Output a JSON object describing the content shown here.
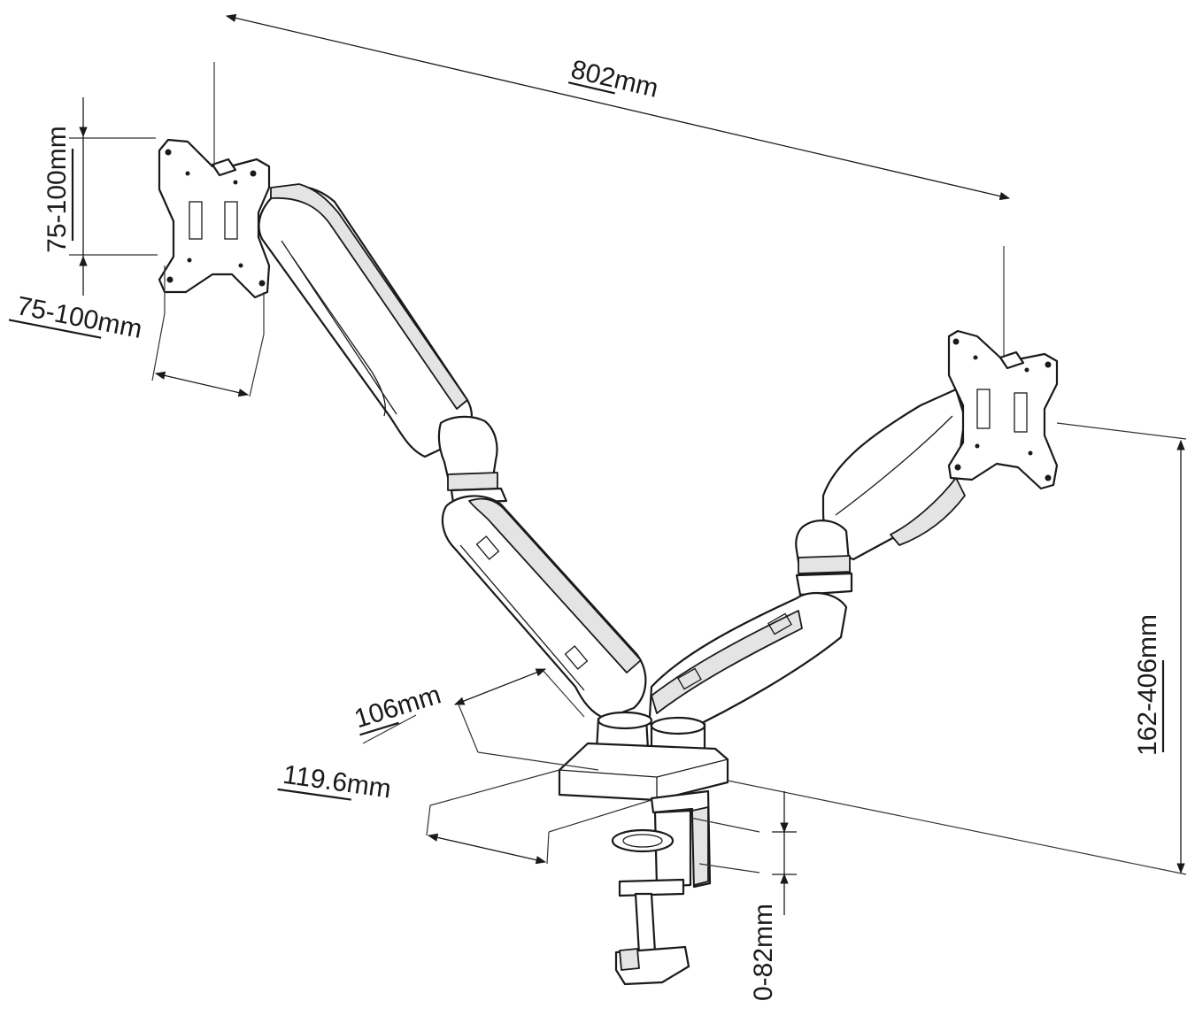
{
  "diagram": {
    "dimensions": {
      "width_span": {
        "value": "802",
        "unit": "mm"
      },
      "vesa_height": {
        "value": "75-100",
        "unit": "mm"
      },
      "vesa_width": {
        "value": "75-100",
        "unit": "mm"
      },
      "height_range": {
        "value": "162-406",
        "unit": "mm"
      },
      "arm_depth": {
        "value": "106",
        "unit": "mm"
      },
      "base_depth": {
        "value": "119.6",
        "unit": "mm"
      },
      "clamp_range": {
        "value": "0-82",
        "unit": "mm"
      }
    }
  }
}
